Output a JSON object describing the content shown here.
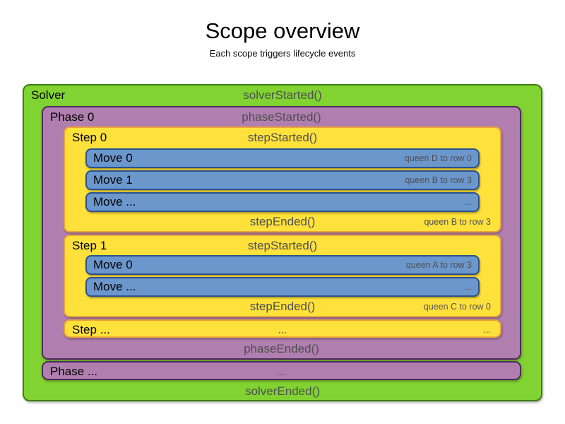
{
  "title": "Scope overview",
  "subtitle": "Each scope triggers lifecycle events",
  "colors": {
    "solver_fill": "#80d331",
    "solver_border": "#3d7d10",
    "phase_fill": "#b07fb0",
    "phase_border": "#4e2a5e",
    "step_fill": "#ffe13b",
    "step_border": "#eda339",
    "move_fill": "#6c97cd",
    "move_border": "#2a5290",
    "event_text": "#4f4f4f",
    "annotation_text": "#555555",
    "label_text": "#000000"
  },
  "solver": {
    "label": "Solver",
    "started_event": "solverStarted()",
    "ended_event": "solverEnded()",
    "phases": [
      {
        "label": "Phase 0",
        "started_event": "phaseStarted()",
        "ended_event": "phaseEnded()",
        "steps": [
          {
            "label": "Step 0",
            "started_event": "stepStarted()",
            "ended_event": "stepEnded()",
            "ended_annotation": "queen B to row 3",
            "moves": [
              {
                "label": "Move 0",
                "annotation": "queen D to row 0"
              },
              {
                "label": "Move 1",
                "annotation": "queen B to row 3"
              },
              {
                "label": "Move ...",
                "annotation": "..."
              }
            ]
          },
          {
            "label": "Step 1",
            "started_event": "stepStarted()",
            "ended_event": "stepEnded()",
            "ended_annotation": "queen C to row 0",
            "moves": [
              {
                "label": "Move 0",
                "annotation": "queen A to row 3"
              },
              {
                "label": "Move ...",
                "annotation": "..."
              }
            ]
          },
          {
            "label": "Step ...",
            "center_text": "...",
            "right_text": "..."
          }
        ]
      },
      {
        "label": "Phase ...",
        "center_text": "..."
      }
    ]
  }
}
